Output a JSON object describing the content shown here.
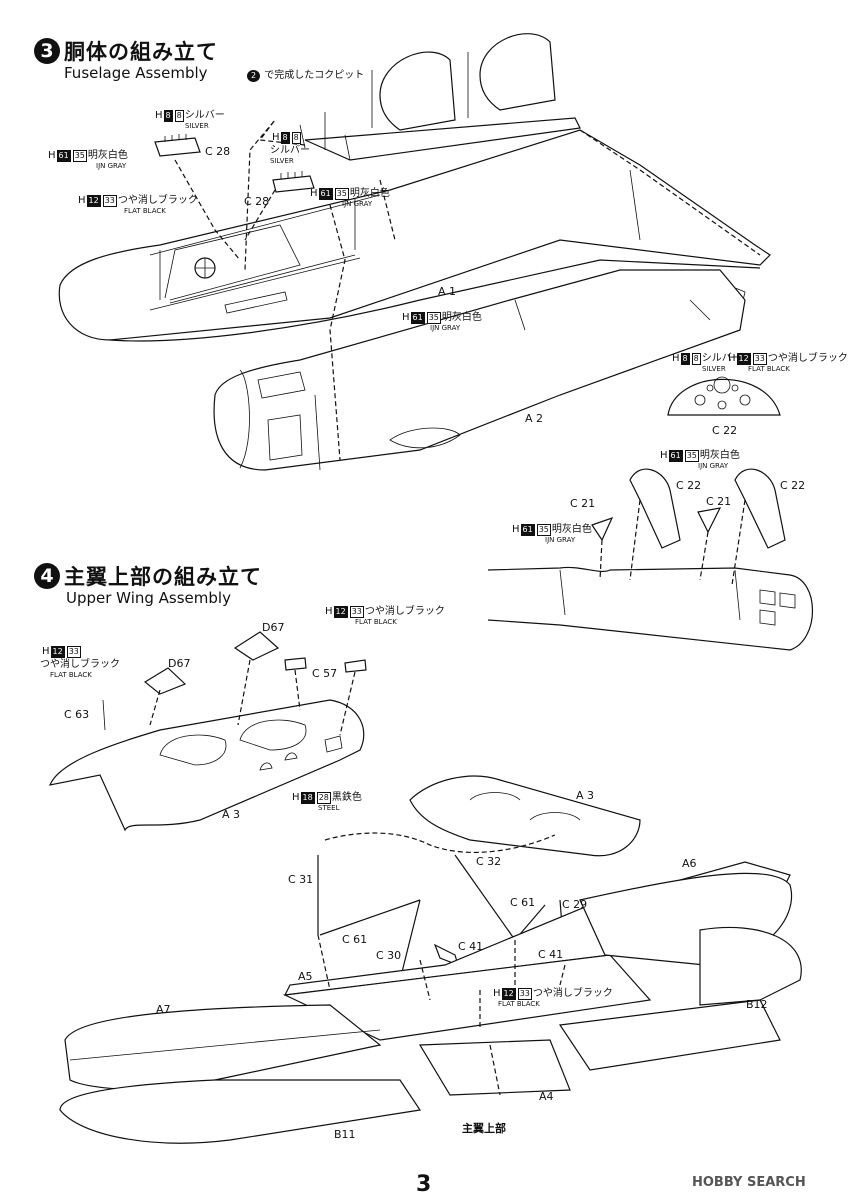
{
  "step3": {
    "number": "3",
    "title_jp": "胴体の組み立て",
    "title_en": "Fuselage Assembly"
  },
  "step4": {
    "number": "4",
    "title_jp": "主翼上部の組み立て",
    "title_en": "Upper Wing Assembly"
  },
  "paint": {
    "h8_top": {
      "code": "H",
      "n1": "8",
      "n2": "8",
      "jp": "シルバー",
      "en": "SILVER"
    },
    "h61_c28": {
      "code": "H",
      "n1": "61",
      "n2": "35",
      "jp": "明灰白色",
      "en": "IJN GRAY"
    },
    "h12_black": {
      "code": "H",
      "n1": "12",
      "n2": "33",
      "jp": "つや消しブラック",
      "en": "FLAT BLACK"
    },
    "h8_cockpit": {
      "code": "H",
      "n1": "8",
      "n2": "8",
      "jp": "シルバー",
      "en": "SILVER"
    },
    "h61_cockpit": {
      "code": "H",
      "n1": "61",
      "n2": "35",
      "jp": "明灰白色",
      "en": "IJN GRAY"
    },
    "h61_a2": {
      "code": "H",
      "n1": "61",
      "n2": "35",
      "jp": "明灰白色",
      "en": "IJN GRAY"
    },
    "h8_c22": {
      "code": "H",
      "n1": "8",
      "n2": "8",
      "jp": "シルバー",
      "en": "SILVER"
    },
    "h12_c22": {
      "code": "H",
      "n1": "12",
      "n2": "33",
      "jp": "つや消しブラック",
      "en": "FLAT BLACK"
    },
    "h61_c22": {
      "code": "H",
      "n1": "61",
      "n2": "35",
      "jp": "明灰白色",
      "en": "IJN GRAY"
    },
    "h61_c21": {
      "code": "H",
      "n1": "61",
      "n2": "35",
      "jp": "明灰白色",
      "en": "IJN GRAY"
    },
    "h12_c57": {
      "code": "H",
      "n1": "12",
      "n2": "33",
      "jp": "つや消しブラック",
      "en": "FLAT BLACK"
    },
    "h12_c63": {
      "code": "H",
      "n1": "12",
      "n2": "33",
      "jp": "つや消しブラック",
      "en": "FLAT BLACK"
    },
    "h18_steel": {
      "code": "H",
      "n1": "18",
      "n2": "28",
      "jp": "黒鉄色",
      "en": "STEEL"
    },
    "h12_c41": {
      "code": "H",
      "n1": "12",
      "n2": "33",
      "jp": "つや消しブラック",
      "en": "FLAT BLACK"
    }
  },
  "cockpit_note": {
    "number": "2",
    "text": "で完成したコクピット"
  },
  "parts": {
    "c28a": "C 28",
    "c28b": "C 28",
    "a1": "A 1",
    "a2": "A 2",
    "c22a": "C 22",
    "c21a": "C 21",
    "c22b": "C 22",
    "c21b": "C 21",
    "c22c": "C 22",
    "d67a": "D67",
    "d67b": "D67",
    "c57": "C 57",
    "c63": "C 63",
    "a3a": "A 3",
    "a3b": "A 3",
    "c31": "C 31",
    "c32": "C 32",
    "c61a": "C 61",
    "c61b": "C 61",
    "c29": "C 29",
    "c30": "C 30",
    "c41a": "C 41",
    "c41b": "C 41",
    "a5": "A5",
    "a6": "A6",
    "a7": "A7",
    "a4": "A4",
    "b12": "B12",
    "b11": "B11"
  },
  "caption_upper_wing": "主翼上部",
  "page_number": "3",
  "watermark": "HOBBY SEARCH"
}
